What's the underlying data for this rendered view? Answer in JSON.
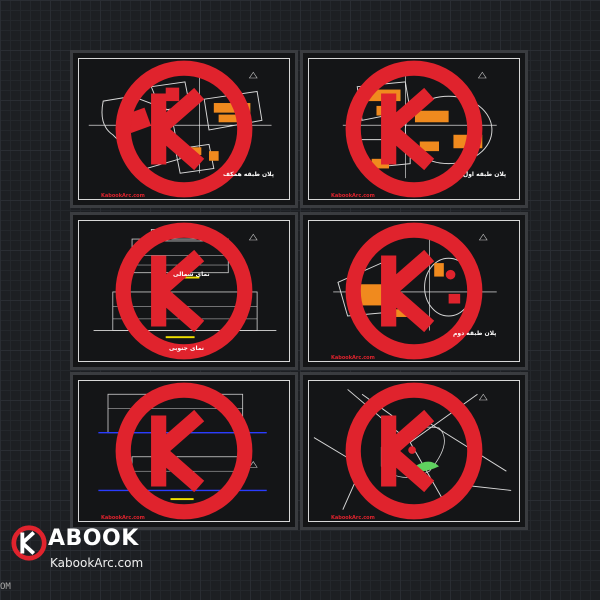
{
  "watermark_text": "KabookArc.com",
  "sheet_titles": {
    "plan_basement": "پلان طبقه همکف",
    "plan_first": "پلان طبقه اول",
    "elevation_north": "نمای شمالی",
    "elevation_south": "نمای جنوبی",
    "plan_second": "پلان طبقه دوم"
  },
  "brand": {
    "logo_letter": "K",
    "word": "ABOOK",
    "url": "KabookArc.com"
  },
  "command_line": "OM",
  "colors": {
    "accent_red": "#e0232d",
    "furniture_orange": "#f08a1e",
    "plan_line": "#d8d8d8",
    "elevation_blue": "#2a3cff",
    "site_green": "#5fd15f"
  }
}
